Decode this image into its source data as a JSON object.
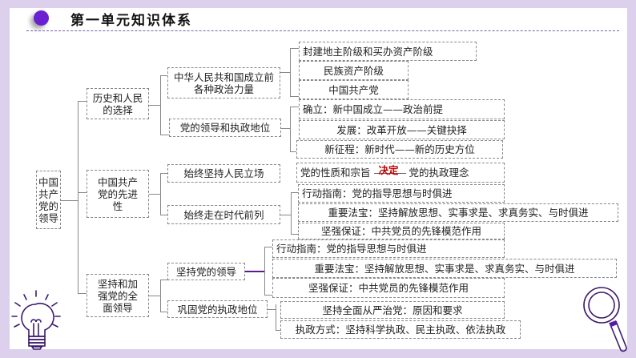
{
  "title": "第一单元知识体系",
  "root": "中国共产党的领导",
  "level1": [
    "历史和人民的选择",
    "中国共产党的先进性",
    "坚持和加强党的全面领导"
  ],
  "level2": [
    "中华人民共和国成立前各种政治力量",
    "党的领导和执政地位",
    "始终坚持人民立场",
    "始终走在时代前列",
    "坚持党的领导",
    "巩固党的执政地位"
  ],
  "level3": {
    "forces": [
      "封建地主阶级和买办资产阶级",
      "民族资产阶级",
      "中国共产党"
    ],
    "status": [
      "确立：新中国成立——政治前提",
      "发展：改革开放——关键抉择",
      "新征程：新时代——新的历史方位"
    ],
    "stance": {
      "left": "党的性质和宗旨",
      "relation": "决定",
      "right": "党的执政理念"
    },
    "era": [
      "行动指南：党的指导思想与时俱进",
      "重要法宝：坚持解放思想、实事求是、求真务实、与时俱进",
      "坚强保证：中共党员的先锋模范作用"
    ],
    "leadership": [
      "行动指南：党的指导思想与时俱进",
      "重要法宝：坚持解放思想、实事求是、求真务实、与时俱进",
      "坚强保证：中共党员的先锋模范作用"
    ],
    "governing": [
      "坚持全面从严治党：原因和要求",
      "执政方式：坚持科学执政、民主执政、依法执政"
    ]
  },
  "colors": {
    "frame": "#dcd0ec",
    "accent": "#6a1fd0",
    "relation": "#c00000"
  }
}
